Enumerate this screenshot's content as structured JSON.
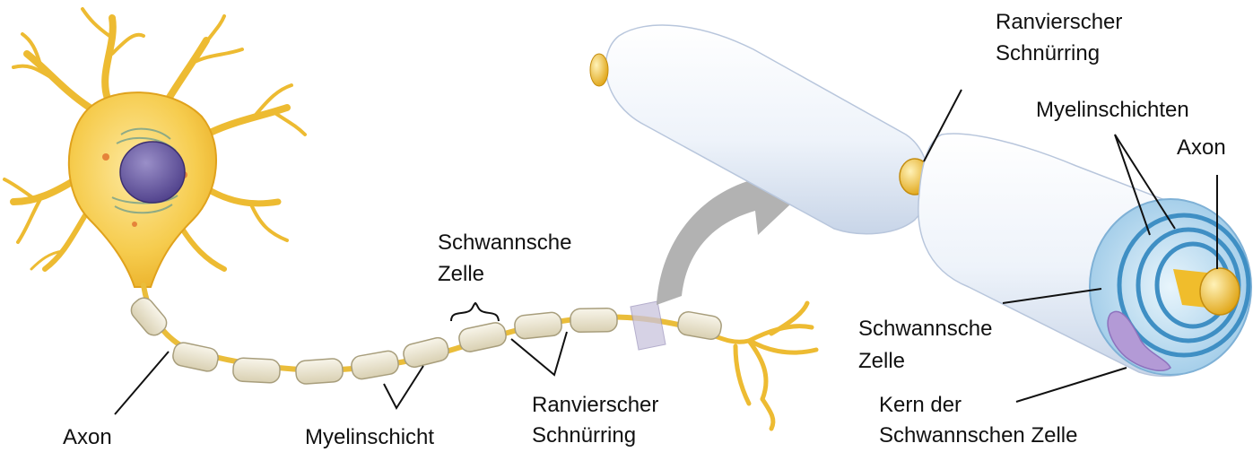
{
  "labels": {
    "axon_left": "Axon",
    "myelin_sheath": "Myelinschicht",
    "node_ranvier_bottom_line1": "Ranvierscher",
    "node_ranvier_bottom_line2": "Schnürring",
    "schwann_cell_top_line1": "Schwannsche",
    "schwann_cell_top_line2": "Zelle",
    "node_ranvier_right_line1": "Ranvierscher",
    "node_ranvier_right_line2": "Schnürring",
    "myelin_layers": "Myelinschichten",
    "axon_right": "Axon",
    "schwann_cell_right_line1": "Schwannsche",
    "schwann_cell_right_line2": "Zelle",
    "nucleus_line1": "Kern der",
    "nucleus_line2": "Schwannschen Zelle"
  },
  "colors": {
    "neuron_body": "#f4c33c",
    "neuron_body_light": "#fbe08a",
    "nucleus": "#6f5fa6",
    "myelin_segment": "#ece6cf",
    "myelin_outline": "#b8ad8a",
    "sheath_fill": "#eef3fa",
    "sheath_shade": "#c9d6e8",
    "spiral_blue": "#7fb8dd",
    "spiral_light": "#d6ebf6",
    "schwann_nucleus": "#b39ad6",
    "arrow_gray": "#a8a8a8",
    "axon_gold": "#f2c23a"
  }
}
